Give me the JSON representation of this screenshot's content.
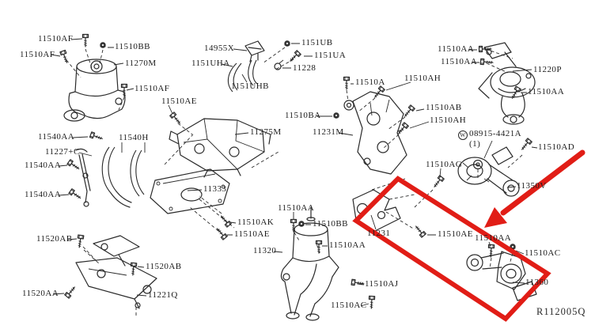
{
  "colors": {
    "highlight": "#e11d16",
    "ink": "#2a2a2a"
  },
  "icons": {
    "washer_symbol": "W"
  },
  "footer": {
    "ref_code": "R112005Q"
  },
  "labels": [
    {
      "text": "11510AF"
    },
    {
      "text": "11510BB"
    },
    {
      "text": "11510AF"
    },
    {
      "text": "11270M"
    },
    {
      "text": "11510AF"
    },
    {
      "text": "11510AE"
    },
    {
      "text": "14955X"
    },
    {
      "text": "1151UHA"
    },
    {
      "text": "1151UHB"
    },
    {
      "text": "1151UB"
    },
    {
      "text": "1151UA"
    },
    {
      "text": "11228"
    },
    {
      "text": "11510BA"
    },
    {
      "text": "11510AA"
    },
    {
      "text": "11510AA"
    },
    {
      "text": "11220P"
    },
    {
      "text": "11510AA"
    },
    {
      "text": "11510A"
    },
    {
      "text": "11510AH"
    },
    {
      "text": "11510AB"
    },
    {
      "text": "11510AH"
    },
    {
      "text": "11540AA"
    },
    {
      "text": "11540H"
    },
    {
      "text": "11227+C"
    },
    {
      "text": "11540AA"
    },
    {
      "text": "11540AA"
    },
    {
      "text": "11275M"
    },
    {
      "text": "11231M"
    },
    {
      "text": "08915-4421A"
    },
    {
      "text": "(1)"
    },
    {
      "text": "11510AD"
    },
    {
      "text": "11510AG"
    },
    {
      "text": "11350V"
    },
    {
      "text": "11333"
    },
    {
      "text": "11510AA"
    },
    {
      "text": "11510AK"
    },
    {
      "text": "11510AE"
    },
    {
      "text": "11510BB"
    },
    {
      "text": "11320"
    },
    {
      "text": "11510AA"
    },
    {
      "text": "11520AB"
    },
    {
      "text": "11520AB"
    },
    {
      "text": "11520AA"
    },
    {
      "text": "11221Q"
    },
    {
      "text": "11231"
    },
    {
      "text": "11510AE"
    },
    {
      "text": "11510AA"
    },
    {
      "text": "11510AC"
    },
    {
      "text": "11360"
    },
    {
      "text": "11510AJ"
    },
    {
      "text": "11510AC"
    }
  ]
}
